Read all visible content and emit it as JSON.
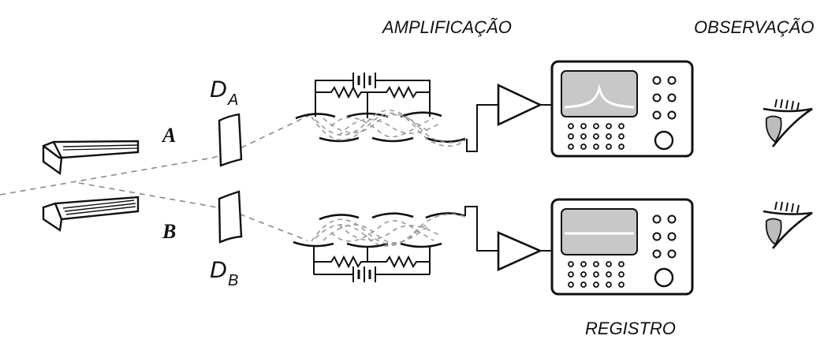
{
  "labels": {
    "amplification": "AMPLIFICAÇÃO",
    "observation": "OBSERVAÇÃO",
    "registration": "REGISTRO",
    "beam_a": "A",
    "beam_b": "B",
    "detector_a_main": "D",
    "detector_a_sub": "A",
    "detector_b_main": "D",
    "detector_b_sub": "B"
  },
  "colors": {
    "ink": "#111111",
    "beam": "#8a8a8a",
    "screen": "#c8c8c8",
    "eye": "#bdbdbd"
  },
  "icons": {
    "detector": "curved-plate-detector",
    "source": "prism-source-icon",
    "amplifier": "triangle-amplifier-icon",
    "oscilloscope": "oscilloscope-icon",
    "eye": "eye-icon"
  }
}
